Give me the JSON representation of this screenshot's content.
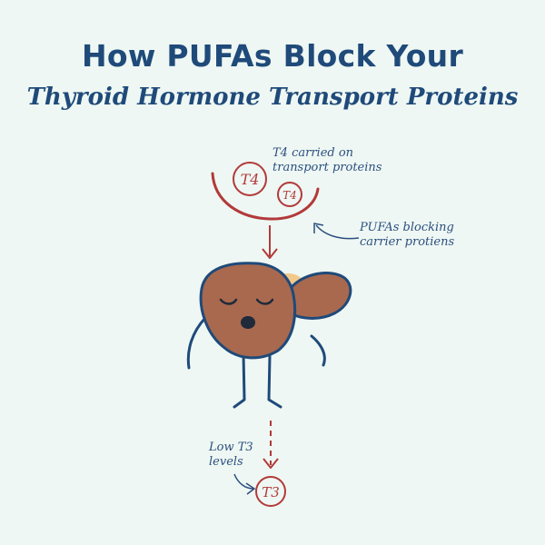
{
  "title": {
    "line1": "How PUFAs Block Your",
    "line2": "Thyroid Hormone Transport Proteins"
  },
  "annotations": {
    "t4_carried_line1": "T4 carried on",
    "t4_carried_line2": "transport proteins",
    "pufa_line1": "PUFAs blocking",
    "pufa_line2": "carrier protiens",
    "low_t3_line1": "Low T3",
    "low_t3_line2": "levels"
  },
  "hormones": {
    "t4_large": "T4",
    "t4_small": "T4",
    "t3": "T3"
  },
  "colors": {
    "background": "#eef7f3",
    "navy": "#1f4a7a",
    "red": "#b23a3a",
    "liver": "#a9694e",
    "gallbladder": "#f2c98a"
  },
  "icons": {
    "liver": "sad-liver-character-icon",
    "transport_protein": "u-shaped-protein-icon"
  }
}
